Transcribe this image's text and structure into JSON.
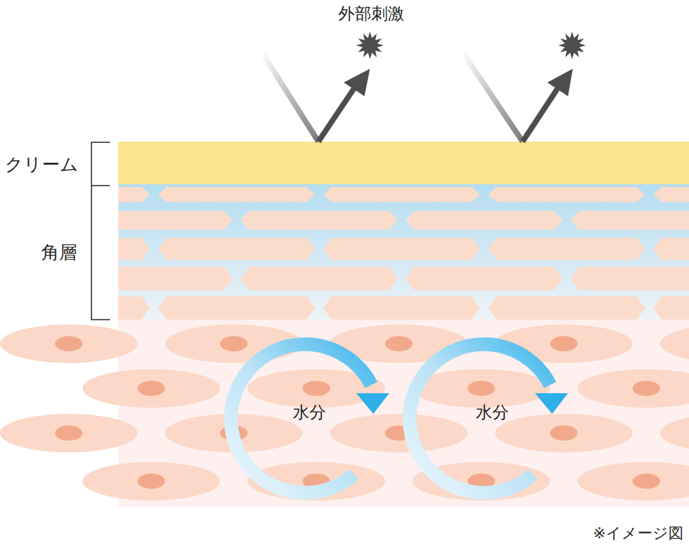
{
  "diagram": {
    "labels": [
      "外部刺激",
      "クリーム",
      "角層",
      "水分",
      "水分",
      "※イメージ図"
    ]
  }
}
